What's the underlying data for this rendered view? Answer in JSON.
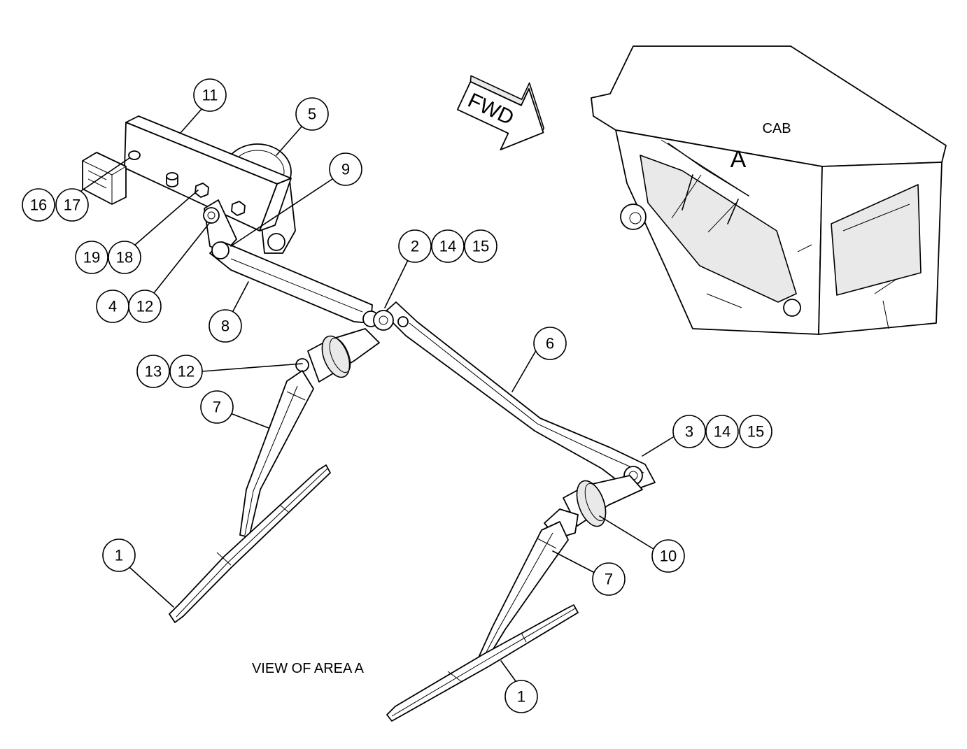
{
  "diagram": {
    "callouts": [
      "11",
      "5",
      "9",
      "16",
      "17",
      "19",
      "18",
      "4",
      "12",
      "2",
      "14",
      "15",
      "8",
      "13",
      "12",
      "7",
      "6",
      "3",
      "14",
      "15",
      "10",
      "7",
      "1",
      "1"
    ],
    "fwd_label": "FWD",
    "cab_label": "CAB",
    "area_label": "A",
    "caption": "VIEW OF AREA A"
  }
}
